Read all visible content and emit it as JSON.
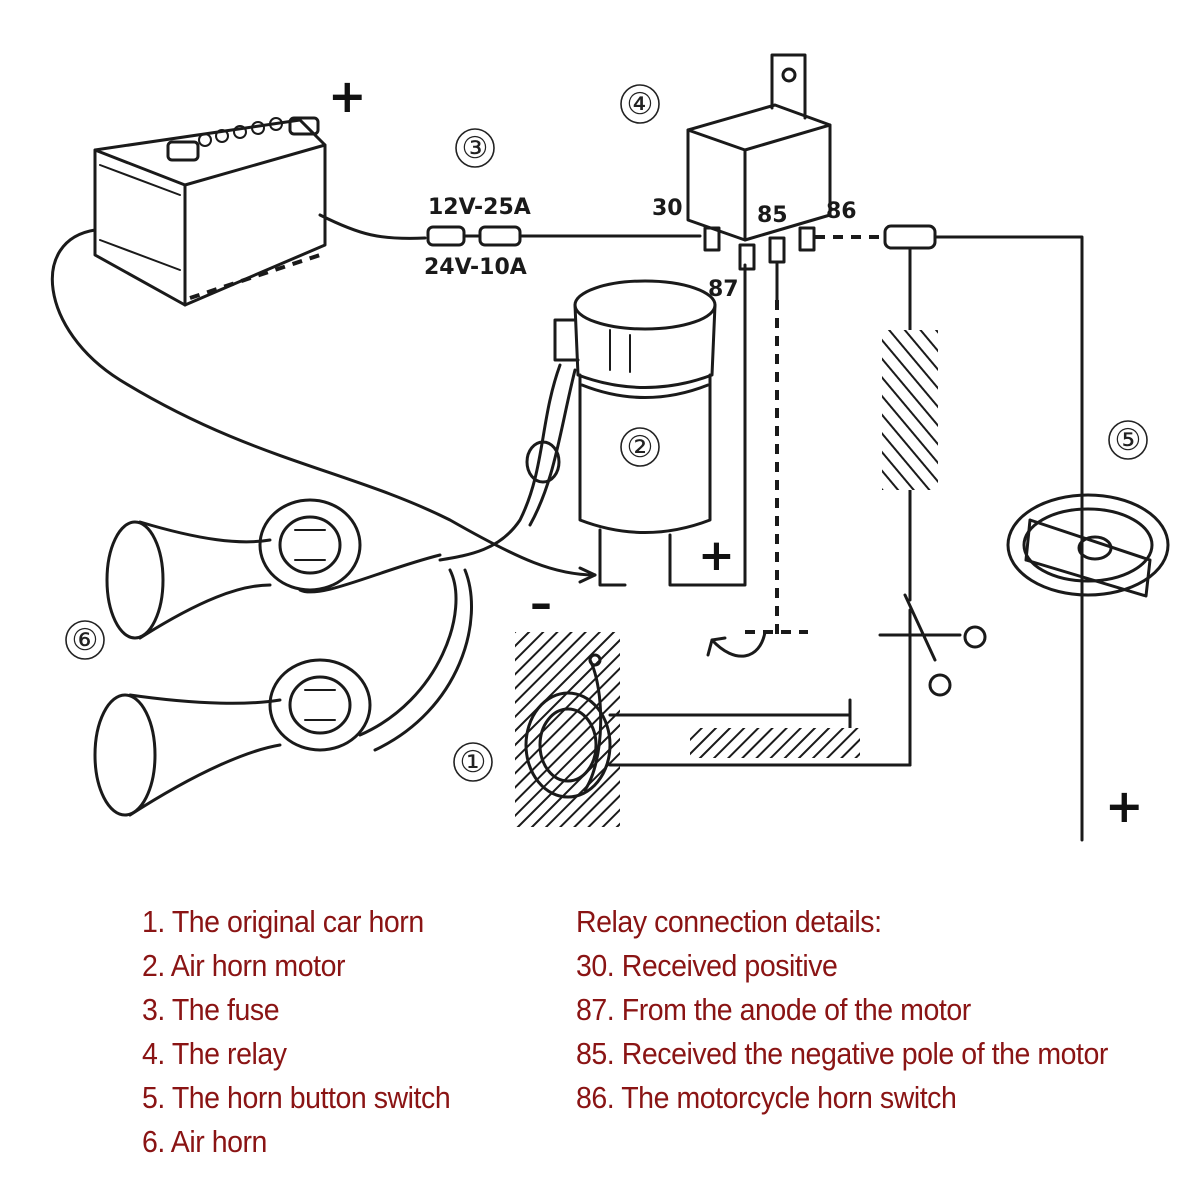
{
  "diagram": {
    "component_markers": [
      "①",
      "②",
      "③",
      "④",
      "⑤",
      "⑥"
    ],
    "fuse_ratings": [
      "12V-25A",
      "24V-10A"
    ],
    "relay_pins": [
      "30",
      "85",
      "86",
      "87"
    ],
    "polarity": {
      "plus": "+",
      "minus": "–"
    }
  },
  "legend_components": [
    "1. The original car horn",
    "2. Air horn motor",
    "3. The fuse",
    "4. The relay",
    "5. The horn button switch",
    "6. Air horn"
  ],
  "relay_details": {
    "title": "Relay connection details:",
    "items": [
      "30. Received positive",
      "87. From the anode of the motor",
      "85. Received the negative pole of the motor",
      "86. The motorcycle horn switch"
    ]
  },
  "colors": {
    "legend_text": "#8a1414",
    "line_ink": "#1a1a1a"
  }
}
